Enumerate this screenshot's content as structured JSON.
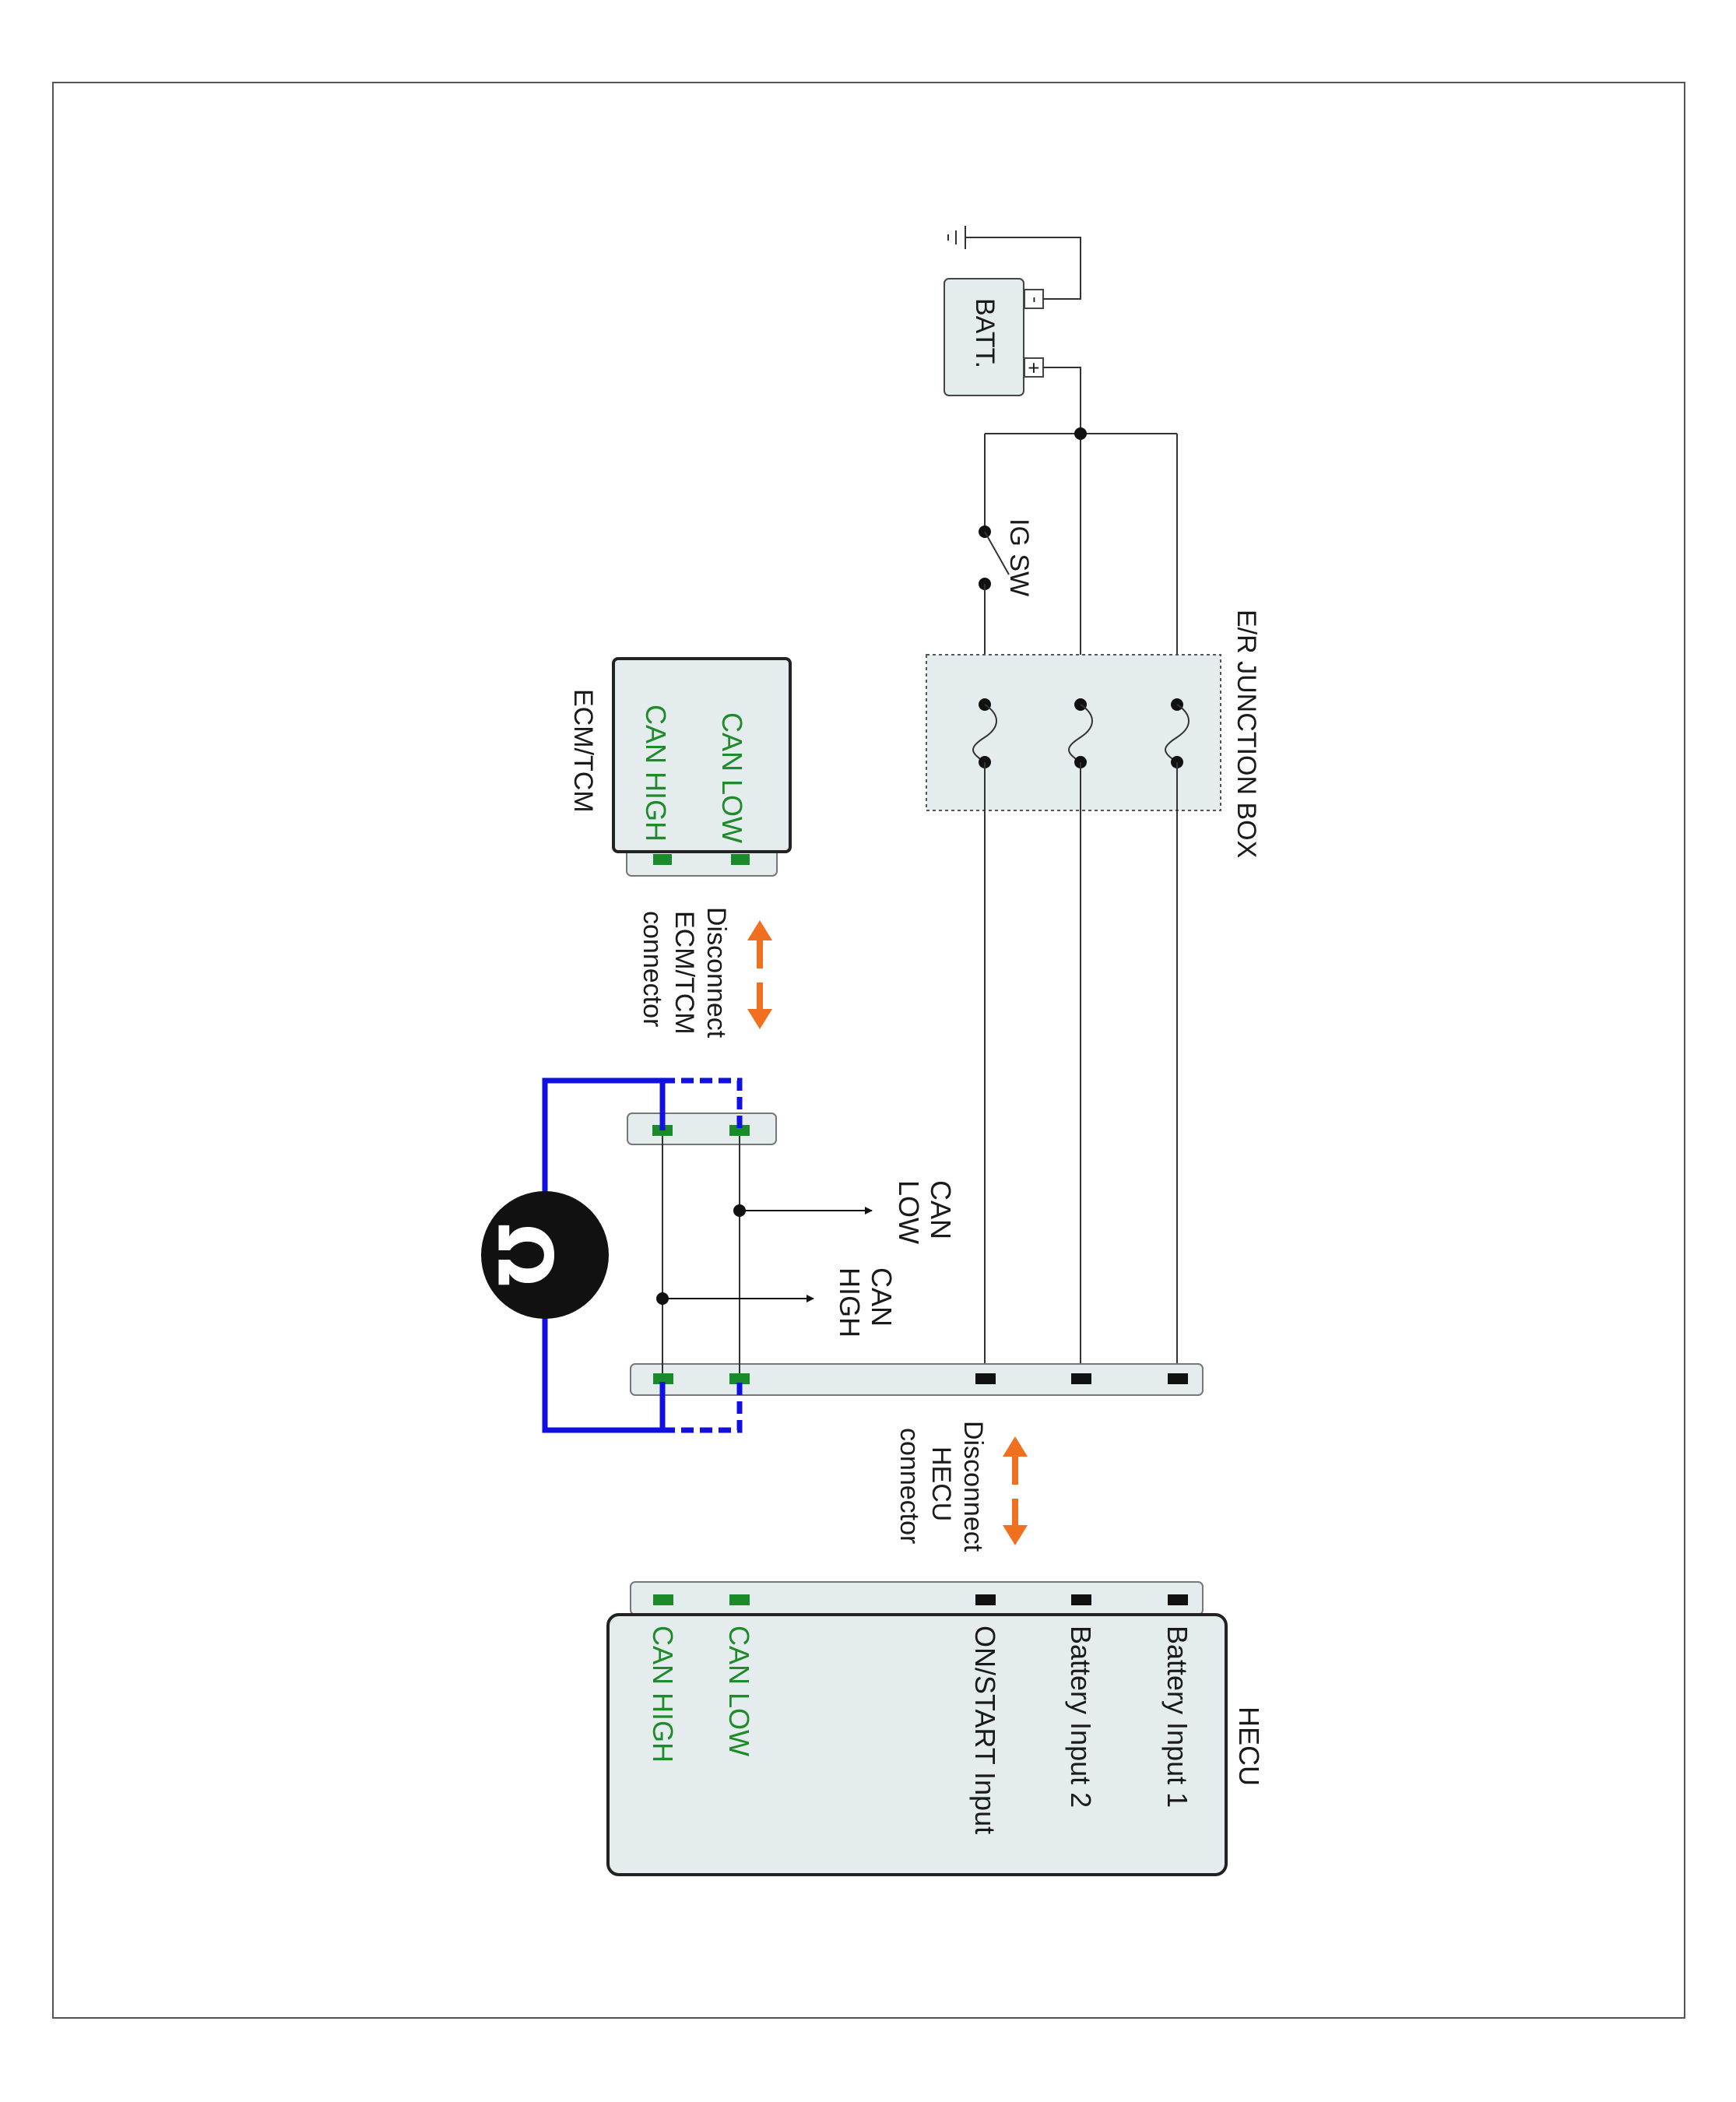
{
  "battery": {
    "label": "BATT.",
    "plus": "+",
    "minus": "-"
  },
  "ig_switch": {
    "label": "IG SW"
  },
  "junction_box": {
    "label": "E/R JUNCTION BOX"
  },
  "ecm": {
    "title": "ECM/TCM",
    "pin_can_low": "CAN LOW",
    "pin_can_high": "CAN HIGH"
  },
  "hecu": {
    "title": "HECU",
    "pins": {
      "battery_input_1": "Battery Input 1",
      "battery_input_2": "Battery Input 2",
      "on_start_input": "ON/START Input",
      "can_low": "CAN LOW",
      "can_high": "CAN HIGH"
    }
  },
  "disconnect_ecm": {
    "line1": "Disconnect",
    "line2": "ECM/TCM",
    "line3": "connector"
  },
  "disconnect_hecu": {
    "line1": "Disconnect",
    "line2": "HECU",
    "line3": "connector"
  },
  "signal_can_low": {
    "line1": "CAN",
    "line2": "LOW"
  },
  "signal_can_high": {
    "line1": "CAN",
    "line2": "HIGH"
  },
  "meter": {
    "symbol": "Ω",
    "icon": "ohmmeter-icon"
  },
  "colors": {
    "wire": "#333333",
    "probe": "#1010e0",
    "pin_green": "#1a8a2a",
    "pin_black": "#111111",
    "arrow_orange": "#f07020",
    "box_fill": "#e4eced",
    "text_green": "#1f8a2a"
  }
}
